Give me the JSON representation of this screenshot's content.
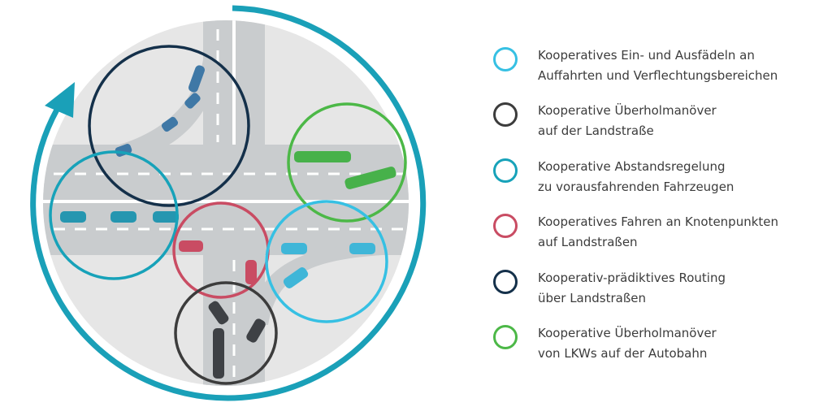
{
  "colors": {
    "background_disc": "#e6e6e6",
    "road": "#c9ccce",
    "road_marking": "#ffffff",
    "outer_arrow": "#1aa0b8",
    "car_light_blue": "#3fb6d8",
    "car_teal": "#2596b0",
    "car_red": "#c94c63",
    "car_dark": "#3e4145",
    "car_navy_blue": "#3f78a6",
    "car_green": "#47b14a"
  },
  "legend": {
    "items": [
      {
        "key": "merging",
        "color": "#36c0e3",
        "lines": [
          "Kooperatives Ein- und Ausfädeln an",
          "Auffahrten und Verflechtungsbereichen"
        ]
      },
      {
        "key": "overtaking-rural",
        "color": "#3c3c3c",
        "lines": [
          "Kooperative Überholmanöver",
          "auf der Landstraße"
        ]
      },
      {
        "key": "distance-control",
        "color": "#17a2b9",
        "lines": [
          "Kooperative Abstandsregelung",
          "zu vorausfahrenden Fahrzeugen"
        ]
      },
      {
        "key": "intersections",
        "color": "#c94c63",
        "lines": [
          "Kooperatives Fahren an Knotenpunkten",
          "auf Landstraßen"
        ]
      },
      {
        "key": "routing",
        "color": "#14304a",
        "lines": [
          "Kooperativ-prädiktives Routing",
          "über Landstraßen"
        ]
      },
      {
        "key": "truck-overtaking",
        "color": "#4cb847",
        "lines": [
          "Kooperative Überholmanöver",
          "von LKWs auf der Autobahn"
        ]
      }
    ]
  }
}
